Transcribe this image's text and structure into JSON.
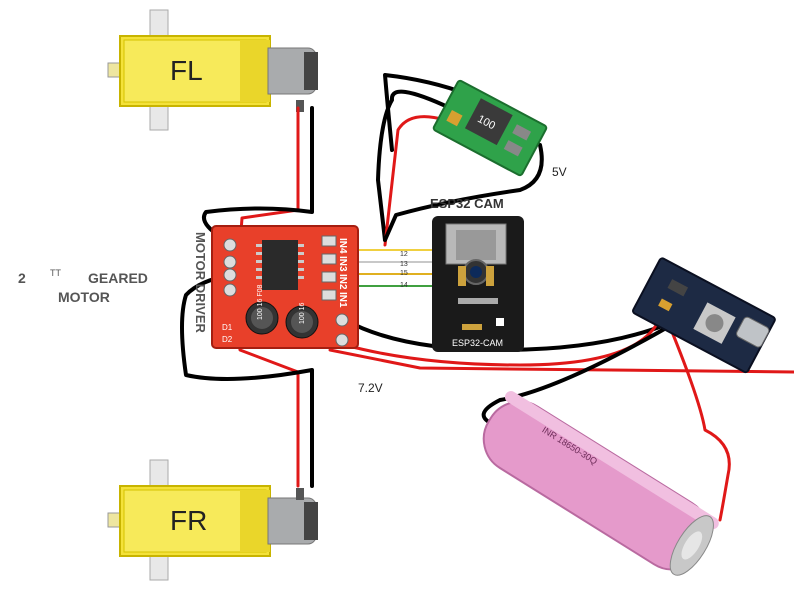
{
  "motors": {
    "front_left": "FL",
    "front_right": "FR",
    "caption_qty": "2",
    "caption_tt": "TT",
    "caption_geared": "GEARED",
    "caption_motor": "MOTOR"
  },
  "motor_driver": {
    "side_label": "MOTOR DRIVER",
    "pins_right": [
      "IN4",
      "IN3",
      "IN2",
      "IN1"
    ],
    "chip_marks": [
      "D1",
      "D2"
    ],
    "cap_left": "100 16 F08",
    "cap_right": "100 16"
  },
  "buck": {
    "marking": "100",
    "output_label": "5V"
  },
  "esp32": {
    "title": "ESP32 CAM",
    "board_label": "ESP32-CAM",
    "gpio": [
      "12",
      "13",
      "15",
      "14"
    ]
  },
  "battery": {
    "voltage_label": "7.2V",
    "wrap_text": "INR 18650-30Q"
  },
  "colors": {
    "motor_yellow": "#f4e23a",
    "driver_red": "#e8402a",
    "buck_green": "#2fa24a",
    "esp_black": "#1a1a1a",
    "battery_pink": "#e59acb",
    "wire_red": "#e01818",
    "wire_black": "#000000"
  }
}
